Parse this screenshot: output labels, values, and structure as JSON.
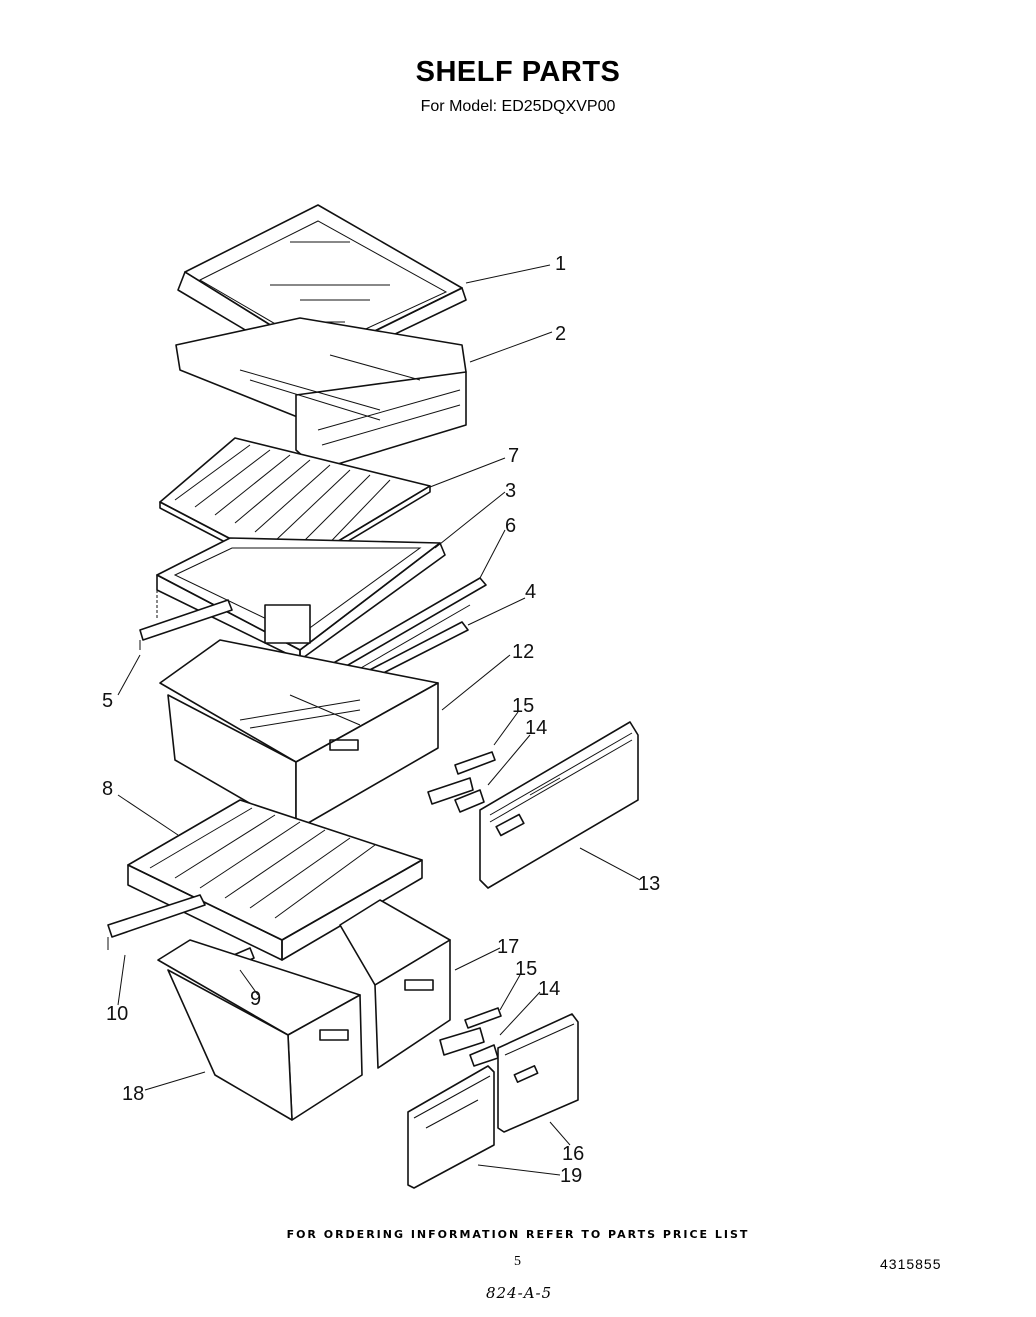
{
  "header": {
    "title": "SHELF PARTS",
    "subtitle": "For Model: ED25DQXVP00"
  },
  "callouts": [
    "1",
    "2",
    "7",
    "3",
    "6",
    "4",
    "5",
    "12",
    "15",
    "14",
    "8",
    "13",
    "17",
    "15",
    "14",
    "10",
    "9",
    "18",
    "16",
    "19"
  ],
  "footer": {
    "ordering_note": "FOR ORDERING INFORMATION REFER TO PARTS PRICE LIST",
    "page_number": "5",
    "document_number": "4315855",
    "handwritten_note": "824-A-5"
  }
}
